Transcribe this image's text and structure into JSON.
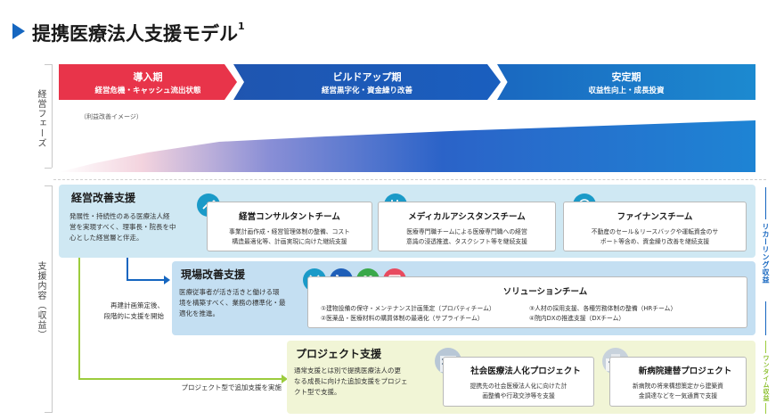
{
  "title": {
    "text": "提携医療法人支援モデル",
    "sup": "1"
  },
  "axis": {
    "phase_label": "経営フェーズ",
    "support_label": "支援内容（収益）"
  },
  "phases": [
    {
      "name": "導入期",
      "sub": "経営危機・キャッシュ流出状態",
      "color": "#e8344a"
    },
    {
      "name": "ビルドアップ期",
      "sub": "経営黒字化・資金繰り改善",
      "color": "#1a5bb8"
    },
    {
      "name": "安定期",
      "sub": "収益性向上・成長投資",
      "color": "#1a6fc4"
    }
  ],
  "profit_note": "（利益改善イメージ）",
  "management": {
    "title": "経営改善支援",
    "desc": [
      "発展性・持続性のある医療法人経",
      "営を実現すべく、理事長・院長を中",
      "心とした経営層と伴走。"
    ],
    "cards": [
      {
        "title": "経営コンサルタントチーム",
        "desc": [
          "事業計画作成・経営管理体制の整備、コスト",
          "構造最適化等、計画実現に向けた継続支援"
        ],
        "icon": "chart-icon"
      },
      {
        "title": "メディカルアシスタンスチーム",
        "desc": [
          "医療専門職チームによる医療専門職への経営",
          "意識の浸透推進、タスクシフト等を継続支援"
        ],
        "icon": "stethoscope-icon"
      },
      {
        "title": "ファイナンスチーム",
        "desc": [
          "不動産のセール＆リースバックや運転資金のサ",
          "ポート等含め、資金繰り改善を継続支援"
        ],
        "icon": "finance-icon"
      }
    ]
  },
  "field": {
    "title": "現場改善支援",
    "desc": [
      "医療従事者が活き活きと働ける環",
      "境を構築すべく、業務の標準化・最",
      "適化を推進。"
    ],
    "caption": [
      "再建計画策定後、",
      "段階的に支援を開始"
    ],
    "card": {
      "title": "ソリューションチーム",
      "items": [
        "①建物設備の保守・メンテナンス計画策定（プロパティチーム）",
        "②医薬品・医療材料の購買体制の最適化（サプライチーム）",
        "③人材の採用支援、各種労務体制の整備（HRチーム）",
        "④院内DXの推進支援（DXチーム）"
      ]
    }
  },
  "project": {
    "title": "プロジェクト支援",
    "desc": [
      "通常支援とは別で提携医療法人の更",
      "なる成長に向けた追加支援をプロジェ",
      "クト型で支援。"
    ],
    "caption": "プロジェクト型で追加支援を実施",
    "cards": [
      {
        "title": "社会医療法人化プロジェクト",
        "desc": [
          "提携先の社会医療法人化に向けた計",
          "画整備や行政交渉等を支援"
        ]
      },
      {
        "title": "新病院建替プロジェクト",
        "desc": [
          "新病院の将来構想策定から建築資",
          "金調達などを一気通貫で支援"
        ]
      }
    ]
  },
  "right_labels": {
    "recurring": "リカーリング収益",
    "onetime": "ワンタイム収益"
  },
  "colors": {
    "accent": "#1566c0",
    "green": "#9ccc3d",
    "red": "#e8344a"
  }
}
